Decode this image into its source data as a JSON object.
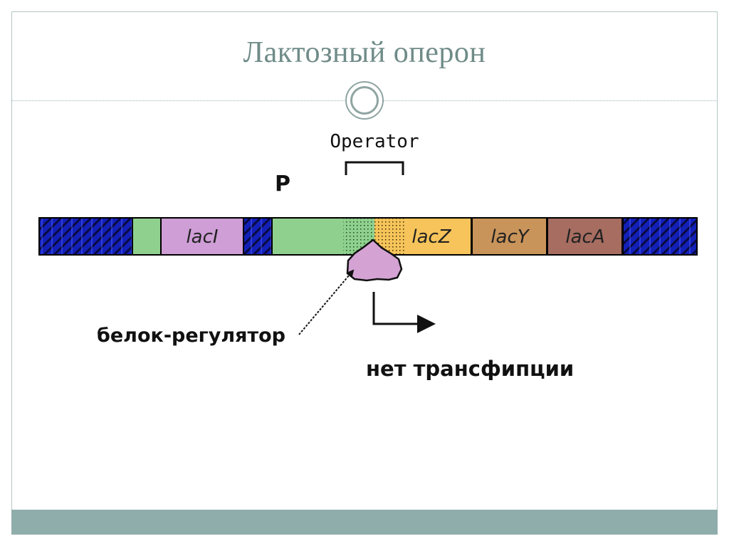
{
  "slide": {
    "title": "Лактозный оперон"
  },
  "diagram": {
    "operator_label": "Operator",
    "promoter_label": "P",
    "genes": [
      {
        "label": "lacI",
        "color": "#cf9ed6"
      },
      {
        "label": "lacZ",
        "color": "#f6c45a"
      },
      {
        "label": "lacY",
        "color": "#c9945a"
      },
      {
        "label": "lacA",
        "color": "#a66d60"
      }
    ],
    "regulatory_color": "#8fd08e",
    "dna_color": "#1320b8",
    "repressor_color": "#d4a3d4",
    "repressor_label": "белок-регулятор",
    "no_transcription_label": "нет трансфипции"
  }
}
